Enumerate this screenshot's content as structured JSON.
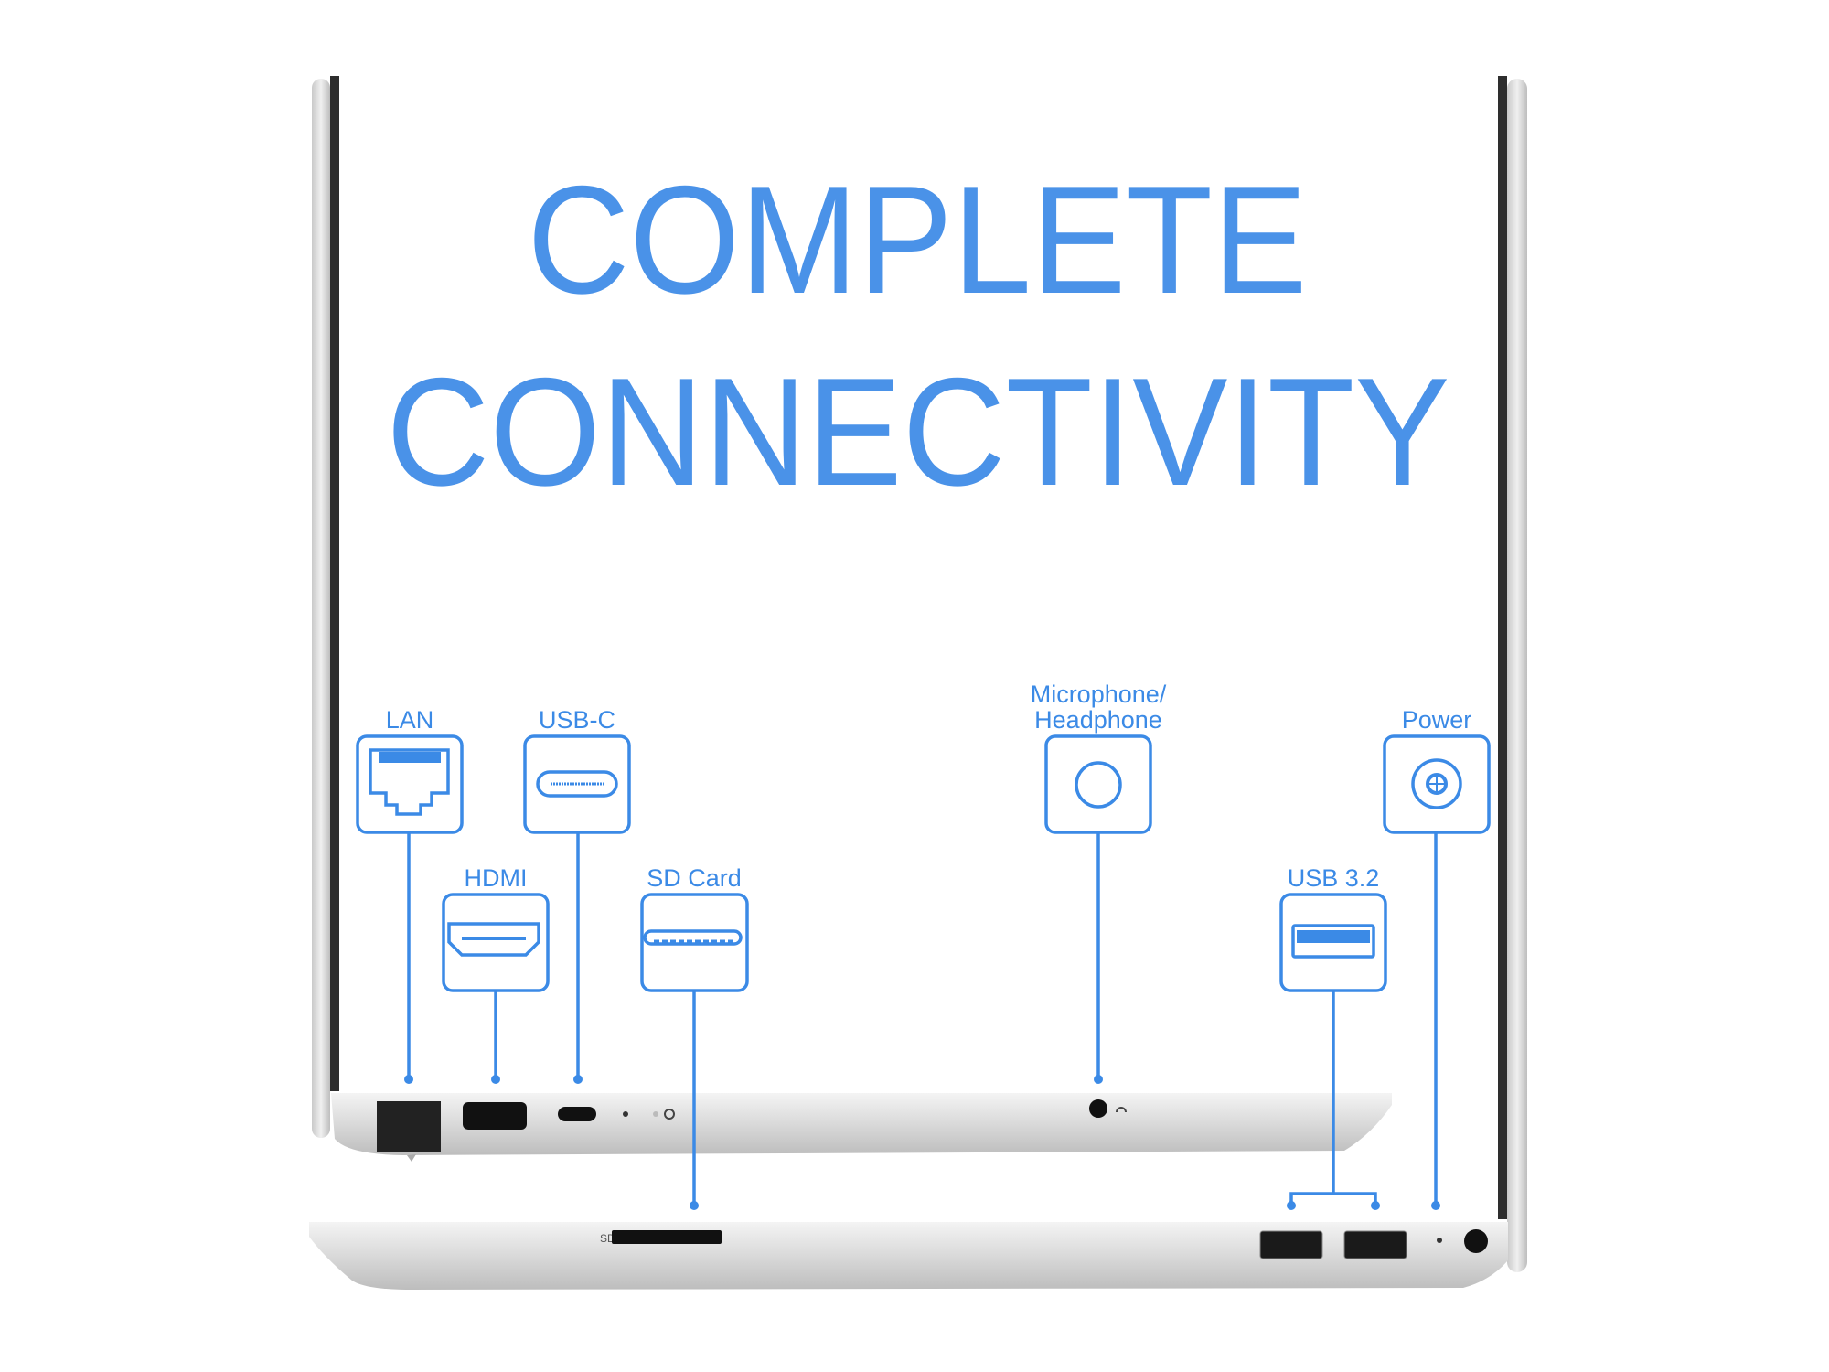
{
  "title": {
    "line1": "COMPLETE",
    "line2": "CONNECTIVITY"
  },
  "ports": {
    "lan": "LAN",
    "usb_c": "USB-C",
    "hdmi": "HDMI",
    "sd_card": "SD Card",
    "mic_line1": "Microphone/",
    "mic_line2": "Headphone",
    "usb32": "USB 3.2",
    "power": "Power"
  },
  "device_labels": {
    "sd": "SD"
  },
  "colors": {
    "accent": "#3b8ae6",
    "silver": "#d9d9d9"
  }
}
